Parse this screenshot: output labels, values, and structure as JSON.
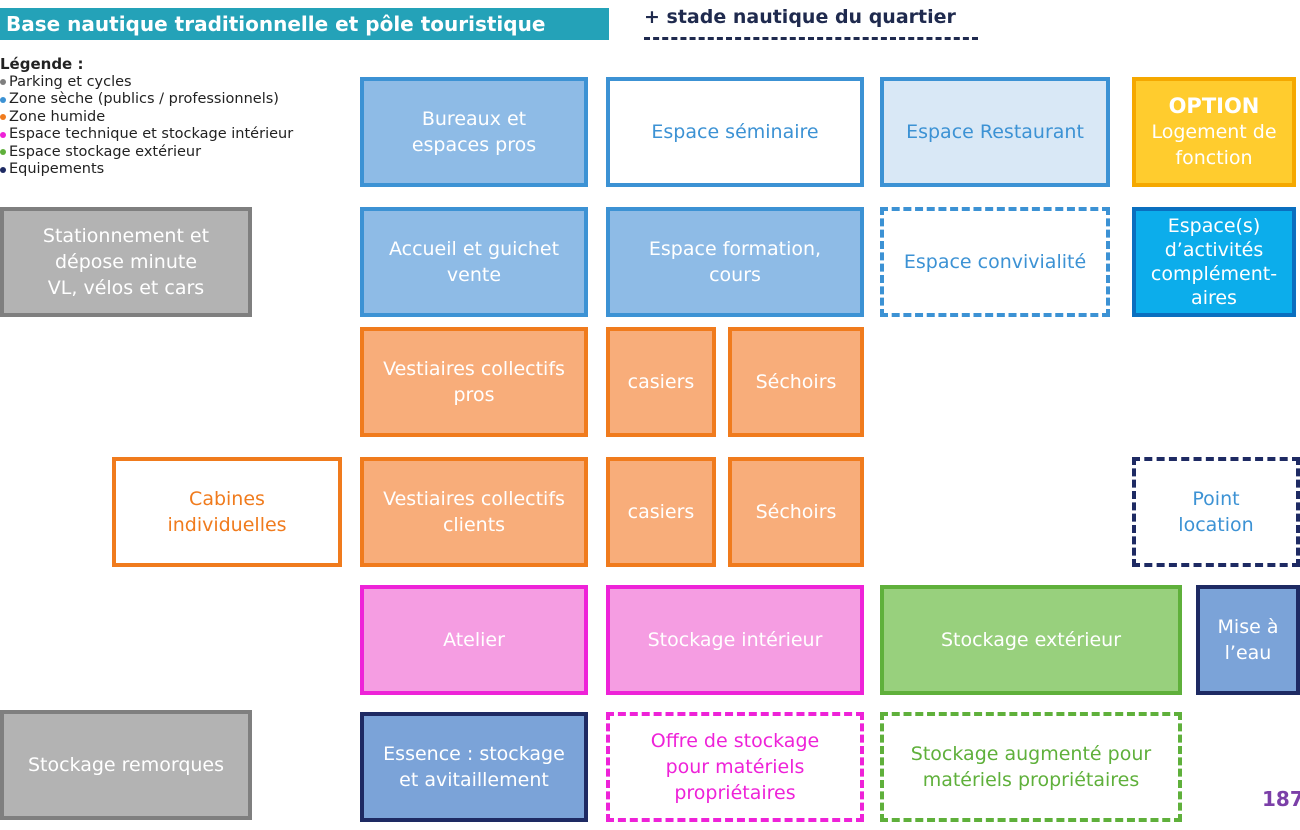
{
  "header": {
    "title": "Base nautique traditionnelle et pôle touristique",
    "subtitle": "+ stade nautique du quartier"
  },
  "legend": {
    "title": "Légende :",
    "items": [
      {
        "label": "Parking et cycles",
        "color": "#7f7f7f"
      },
      {
        "label": "Zone sèche (publics / professionnels)",
        "color": "#3c92d4"
      },
      {
        "label": "Zone humide",
        "color": "#f07b1d"
      },
      {
        "label": "Espace technique et stockage intérieur",
        "color": "#ee22d8"
      },
      {
        "label": "Espace stockage extérieur",
        "color": "#5fb03b"
      },
      {
        "label": "Equipements",
        "color": "#1e2a63"
      }
    ]
  },
  "boxes": {
    "bureaux": [
      "Bureaux et",
      "espaces pros"
    ],
    "seminaire": [
      "Espace séminaire"
    ],
    "restaurant": [
      "Espace Restaurant"
    ],
    "option": {
      "label": "OPTION",
      "lines": [
        "Logement de",
        "fonction"
      ]
    },
    "stationnement": [
      "Stationnement et",
      "dépose minute",
      "VL, vélos et cars"
    ],
    "accueil": [
      "Accueil et guichet",
      "vente"
    ],
    "formation": [
      "Espace formation,",
      "cours"
    ],
    "convivialite": [
      "Espace convivialité"
    ],
    "activites": [
      "Espace(s)",
      "d’activités",
      "complément-",
      "aires"
    ],
    "vestiaires_pros": [
      "Vestiaires collectifs",
      "pros"
    ],
    "casiers_1": [
      "casiers"
    ],
    "sechoirs_1": [
      "Séchoirs"
    ],
    "cabines": [
      "Cabines",
      "individuelles"
    ],
    "vestiaires_clients": [
      "Vestiaires collectifs",
      "clients"
    ],
    "casiers_2": [
      "casiers"
    ],
    "sechoirs_2": [
      "Séchoirs"
    ],
    "point_location": [
      "Point",
      "location"
    ],
    "atelier": [
      "Atelier"
    ],
    "stockage_interieur": [
      "Stockage intérieur"
    ],
    "stockage_exterieur": [
      "Stockage extérieur"
    ],
    "mise_a_eau": [
      "Mise à",
      "l’eau"
    ],
    "stockage_remorques": [
      "Stockage remorques"
    ],
    "essence": [
      "Essence : stockage",
      "et avitaillement"
    ],
    "offre_stockage": [
      "Offre de stockage",
      "pour matériels",
      "propriétaires"
    ],
    "stockage_augmente": [
      "Stockage augmenté pour",
      "matériels propriétaires"
    ]
  },
  "page_number": "187"
}
